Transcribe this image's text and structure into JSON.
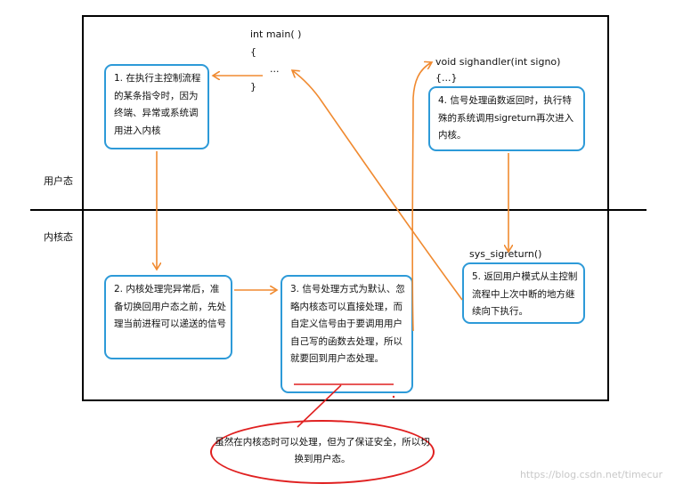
{
  "zones": {
    "user_label": "用户态",
    "kernel_label": "内核态"
  },
  "code_main": {
    "signature": "int main( )",
    "open_brace": "{",
    "ellipsis": "...",
    "close_brace": "}"
  },
  "code_handler": {
    "signature": "void sighandler(int  signo)",
    "body": "{...}"
  },
  "code_sigreturn": "sys_sigreturn()",
  "steps": [
    {
      "text": "1. 在执行主控制流程的某条指令时，因为终端、异常或系统调用进入内核"
    },
    {
      "text": "2. 内核处理完异常后，准备切换回用户态之前，先处理当前进程可以递送的信号"
    },
    {
      "text": "3. 信号处理方式为默认、忽略内核态可以直接处理，而自定义信号由于要调用用户自己写的函数去处理，所以就要回到用户态处理。"
    },
    {
      "text": "4. 信号处理函数返回时，执行特殊的系统调用sigreturn再次进入内核。"
    },
    {
      "text": "5. 返回用户模式从主控制流程中上次中断的地方继续向下执行。"
    }
  ],
  "callout": {
    "text": "虽然在内核态时可以处理，但为了保证安全，所以切换到用户态。"
  },
  "watermark": "https://blog.csdn.net/timecur",
  "colors": {
    "box_border": "#2d9ad8",
    "arrow": "#f08a30",
    "callout_border": "#e02020",
    "frame": "#000000"
  }
}
